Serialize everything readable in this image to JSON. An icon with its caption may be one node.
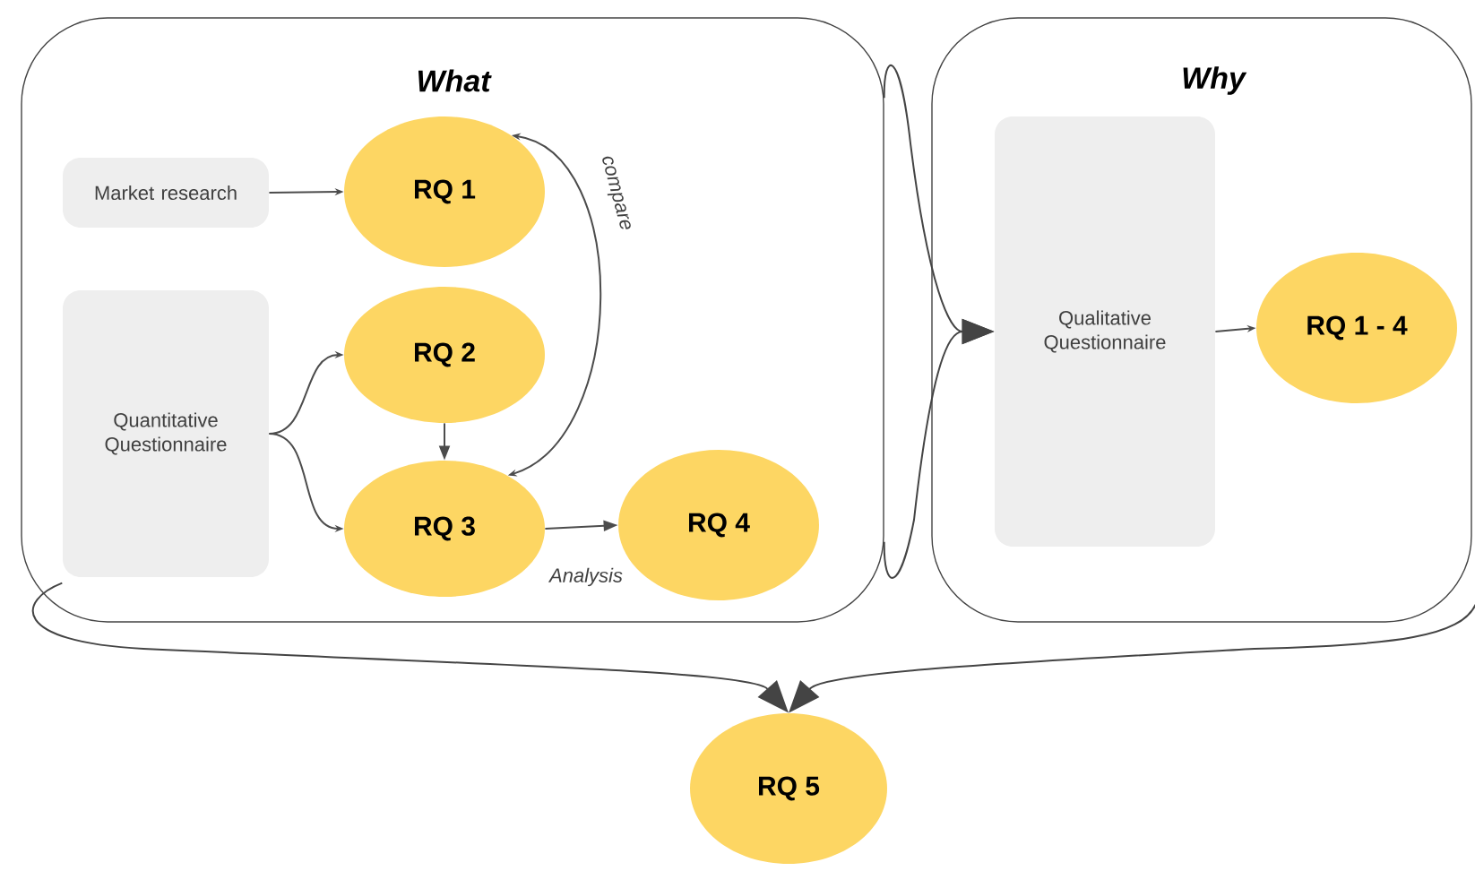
{
  "diagram": {
    "nodes": [
      {
        "text": [
          "What"
        ]
      },
      {
        "text": [
          "Market research"
        ],
        "in": 0
      },
      {
        "text": [
          "RQ 1"
        ],
        "in": 0
      },
      {
        "text": [
          "Quantitative Questionnaire"
        ],
        "in": 0
      },
      {
        "text": [
          "RQ 2"
        ],
        "in": 0
      },
      {
        "text": [
          "RQ 3"
        ],
        "in": 0
      },
      {
        "text": [
          "RQ 4"
        ],
        "in": 0
      },
      {
        "text": [
          "Why"
        ]
      },
      {
        "text": [
          "Qualitative Questionnaire"
        ],
        "in": 7
      },
      {
        "text": [
          "RQ 1 - 4"
        ],
        "in": 7
      },
      {
        "text": [
          "RQ 5"
        ]
      }
    ],
    "edges": [
      {
        "from": 1,
        "to": 2,
        "arrow": "to"
      },
      {
        "from": 3,
        "to": 4,
        "arrow": "to"
      },
      {
        "from": 3,
        "to": 5,
        "arrow": "to"
      },
      {
        "from": 4,
        "to": 5,
        "arrow": "to"
      },
      {
        "from": 5,
        "to": 2,
        "arrow": "both",
        "label": "compare"
      },
      {
        "from": 5,
        "to": 6,
        "arrow": "to",
        "label": "Analysis"
      },
      {
        "from": 0,
        "to": 8,
        "arrow": "to"
      },
      {
        "from": 0,
        "to": 8,
        "arrow": "to"
      },
      {
        "from": 8,
        "to": 9,
        "arrow": "to"
      },
      {
        "from": 0,
        "to": 10,
        "arrow": "to"
      },
      {
        "from": 7,
        "to": 10,
        "arrow": "to"
      }
    ]
  }
}
